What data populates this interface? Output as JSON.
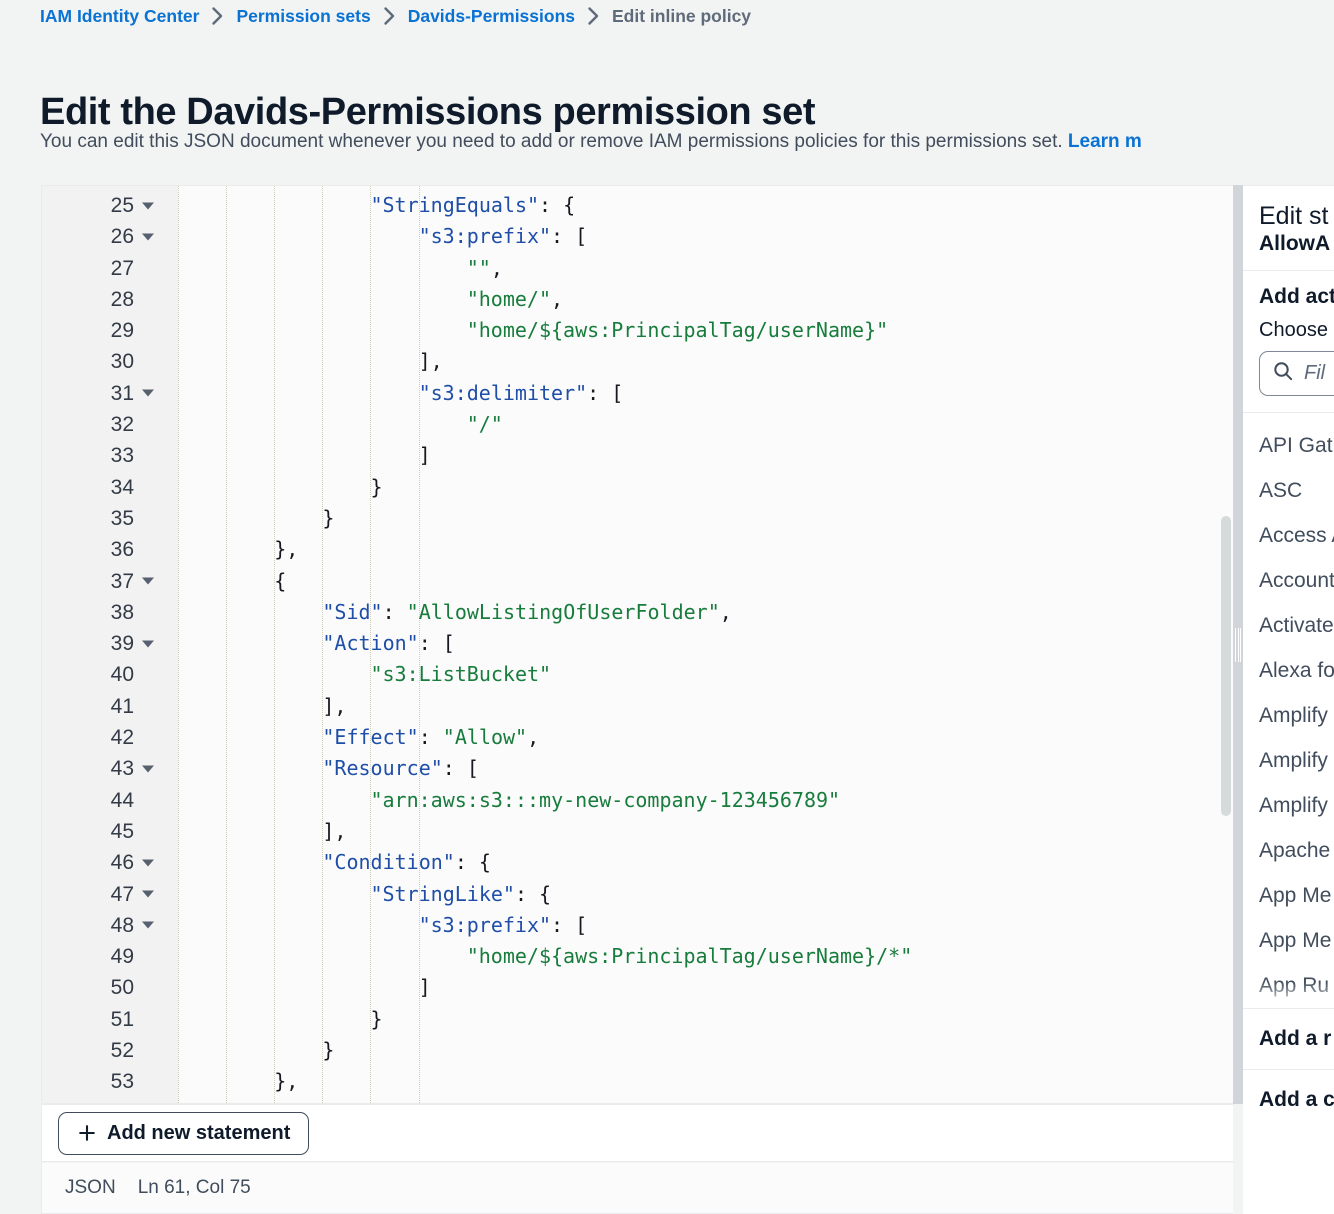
{
  "breadcrumb": {
    "items": [
      {
        "label": "IAM Identity Center",
        "current": false
      },
      {
        "label": "Permission sets",
        "current": false
      },
      {
        "label": "Davids-Permissions",
        "current": false
      },
      {
        "label": "Edit inline policy",
        "current": true
      }
    ],
    "separator_icon": "chevron-right-icon"
  },
  "header": {
    "title": "Edit the Davids-Permissions permission set",
    "description": "You can edit this JSON document whenever you need to add or remove IAM permissions policies for this permissions set.",
    "learn_more_label": "Learn m"
  },
  "editor": {
    "language_label": "JSON",
    "cursor_position": "Ln 61, Col 75",
    "add_statement_label": "Add new statement",
    "add_statement_icon": "plus-icon",
    "fold_icon": "caret-down-icon",
    "first_visible_line": 25,
    "lines": [
      {
        "num": 25,
        "fold": true,
        "indent": 4,
        "tokens": [
          {
            "t": "key",
            "v": "\"StringEquals\""
          },
          {
            "t": "punct",
            "v": ": {"
          }
        ]
      },
      {
        "num": 26,
        "fold": true,
        "indent": 5,
        "tokens": [
          {
            "t": "key",
            "v": "\"s3:prefix\""
          },
          {
            "t": "punct",
            "v": ": ["
          }
        ]
      },
      {
        "num": 27,
        "fold": false,
        "indent": 6,
        "tokens": [
          {
            "t": "str",
            "v": "\"\""
          },
          {
            "t": "punct",
            "v": ","
          }
        ]
      },
      {
        "num": 28,
        "fold": false,
        "indent": 6,
        "tokens": [
          {
            "t": "str",
            "v": "\"home/\""
          },
          {
            "t": "punct",
            "v": ","
          }
        ]
      },
      {
        "num": 29,
        "fold": false,
        "indent": 6,
        "tokens": [
          {
            "t": "str",
            "v": "\"home/${aws:PrincipalTag/userName}\""
          }
        ]
      },
      {
        "num": 30,
        "fold": false,
        "indent": 5,
        "tokens": [
          {
            "t": "punct",
            "v": "],"
          }
        ]
      },
      {
        "num": 31,
        "fold": true,
        "indent": 5,
        "tokens": [
          {
            "t": "key",
            "v": "\"s3:delimiter\""
          },
          {
            "t": "punct",
            "v": ": ["
          }
        ]
      },
      {
        "num": 32,
        "fold": false,
        "indent": 6,
        "tokens": [
          {
            "t": "str",
            "v": "\"/\""
          }
        ]
      },
      {
        "num": 33,
        "fold": false,
        "indent": 5,
        "tokens": [
          {
            "t": "punct",
            "v": "]"
          }
        ]
      },
      {
        "num": 34,
        "fold": false,
        "indent": 4,
        "tokens": [
          {
            "t": "punct",
            "v": "}"
          }
        ]
      },
      {
        "num": 35,
        "fold": false,
        "indent": 3,
        "tokens": [
          {
            "t": "punct",
            "v": "}"
          }
        ]
      },
      {
        "num": 36,
        "fold": false,
        "indent": 2,
        "tokens": [
          {
            "t": "punct",
            "v": "},"
          }
        ]
      },
      {
        "num": 37,
        "fold": true,
        "indent": 2,
        "tokens": [
          {
            "t": "punct",
            "v": "{"
          }
        ]
      },
      {
        "num": 38,
        "fold": false,
        "indent": 3,
        "tokens": [
          {
            "t": "key",
            "v": "\"Sid\""
          },
          {
            "t": "punct",
            "v": ": "
          },
          {
            "t": "str",
            "v": "\"AllowListingOfUserFolder\""
          },
          {
            "t": "punct",
            "v": ","
          }
        ]
      },
      {
        "num": 39,
        "fold": true,
        "indent": 3,
        "tokens": [
          {
            "t": "key",
            "v": "\"Action\""
          },
          {
            "t": "punct",
            "v": ": ["
          }
        ]
      },
      {
        "num": 40,
        "fold": false,
        "indent": 4,
        "tokens": [
          {
            "t": "str",
            "v": "\"s3:ListBucket\""
          }
        ]
      },
      {
        "num": 41,
        "fold": false,
        "indent": 3,
        "tokens": [
          {
            "t": "punct",
            "v": "],"
          }
        ]
      },
      {
        "num": 42,
        "fold": false,
        "indent": 3,
        "tokens": [
          {
            "t": "key",
            "v": "\"Effect\""
          },
          {
            "t": "punct",
            "v": ": "
          },
          {
            "t": "str",
            "v": "\"Allow\""
          },
          {
            "t": "punct",
            "v": ","
          }
        ]
      },
      {
        "num": 43,
        "fold": true,
        "indent": 3,
        "tokens": [
          {
            "t": "key",
            "v": "\"Resource\""
          },
          {
            "t": "punct",
            "v": ": ["
          }
        ]
      },
      {
        "num": 44,
        "fold": false,
        "indent": 4,
        "tokens": [
          {
            "t": "str",
            "v": "\"arn:aws:s3:::my-new-company-123456789\""
          }
        ]
      },
      {
        "num": 45,
        "fold": false,
        "indent": 3,
        "tokens": [
          {
            "t": "punct",
            "v": "],"
          }
        ]
      },
      {
        "num": 46,
        "fold": true,
        "indent": 3,
        "tokens": [
          {
            "t": "key",
            "v": "\"Condition\""
          },
          {
            "t": "punct",
            "v": ": {"
          }
        ]
      },
      {
        "num": 47,
        "fold": true,
        "indent": 4,
        "tokens": [
          {
            "t": "key",
            "v": "\"StringLike\""
          },
          {
            "t": "punct",
            "v": ": {"
          }
        ]
      },
      {
        "num": 48,
        "fold": true,
        "indent": 5,
        "tokens": [
          {
            "t": "key",
            "v": "\"s3:prefix\""
          },
          {
            "t": "punct",
            "v": ": ["
          }
        ]
      },
      {
        "num": 49,
        "fold": false,
        "indent": 6,
        "tokens": [
          {
            "t": "str",
            "v": "\"home/${aws:PrincipalTag/userName}/*\""
          }
        ]
      },
      {
        "num": 50,
        "fold": false,
        "indent": 5,
        "tokens": [
          {
            "t": "punct",
            "v": "]"
          }
        ]
      },
      {
        "num": 51,
        "fold": false,
        "indent": 4,
        "tokens": [
          {
            "t": "punct",
            "v": "}"
          }
        ]
      },
      {
        "num": 52,
        "fold": false,
        "indent": 3,
        "tokens": [
          {
            "t": "punct",
            "v": "}"
          }
        ]
      },
      {
        "num": 53,
        "fold": false,
        "indent": 2,
        "tokens": [
          {
            "t": "punct",
            "v": "},"
          }
        ]
      }
    ]
  },
  "side_panel": {
    "title": "Edit st",
    "subtitle": "AllowA",
    "add_actions_title": "Add act",
    "choose_label": "Choose",
    "search_icon": "search-icon",
    "search_placeholder": "Fil",
    "services": [
      "API Gat",
      "ASC",
      "Access A",
      "Account",
      "Activate",
      "Alexa fo",
      "Amplify",
      "Amplify",
      "Amplify",
      "Apache",
      "App Me",
      "App Me",
      "App Ru"
    ],
    "add_resource_label": "Add a r",
    "add_condition_label": "Add a c"
  },
  "colors": {
    "link": "#0972d3",
    "text": "#0f1b2a",
    "muted": "#5f6b7a",
    "json_key": "#1f4ea8",
    "json_string": "#177c3c",
    "editor_bg": "#fbfbfb",
    "gutter_bg": "#f2f2f2",
    "page_bg": "#f2f3f3"
  }
}
